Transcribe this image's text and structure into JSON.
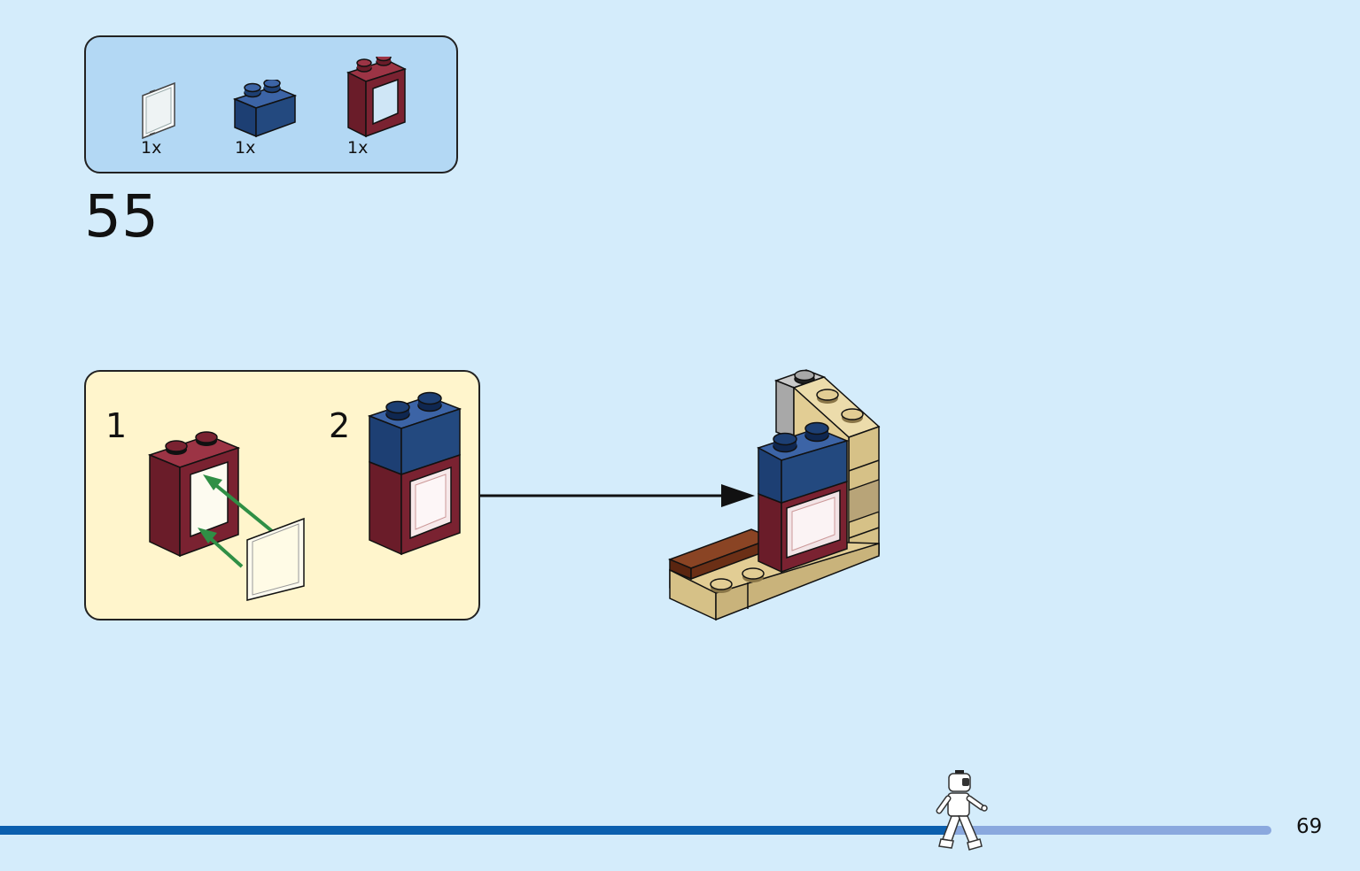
{
  "parts_list": {
    "items": [
      {
        "name": "transparent-glass-pane",
        "quantity": "1x"
      },
      {
        "name": "dark-blue-brick-1x2",
        "quantity": "1x"
      },
      {
        "name": "dark-red-window-frame",
        "quantity": "1x"
      }
    ]
  },
  "step": {
    "number": "55",
    "substeps": [
      {
        "label": "1"
      },
      {
        "label": "2"
      }
    ]
  },
  "footer": {
    "page_number": "69",
    "progress_fraction": 0.75
  },
  "colors": {
    "background": "#d4ecfb",
    "parts_box": "#b3d8f4",
    "substep_box": "#fff5cc",
    "dark_red": "#7a2231",
    "dark_blue": "#1d3f73",
    "tan": "#e2cd94",
    "reddish_brown": "#6b2f16",
    "light_gray": "#a8a8a8",
    "green_arrow": "#2f8f45",
    "progress_fill": "#0b5fae",
    "progress_track": "#8aa8de"
  }
}
